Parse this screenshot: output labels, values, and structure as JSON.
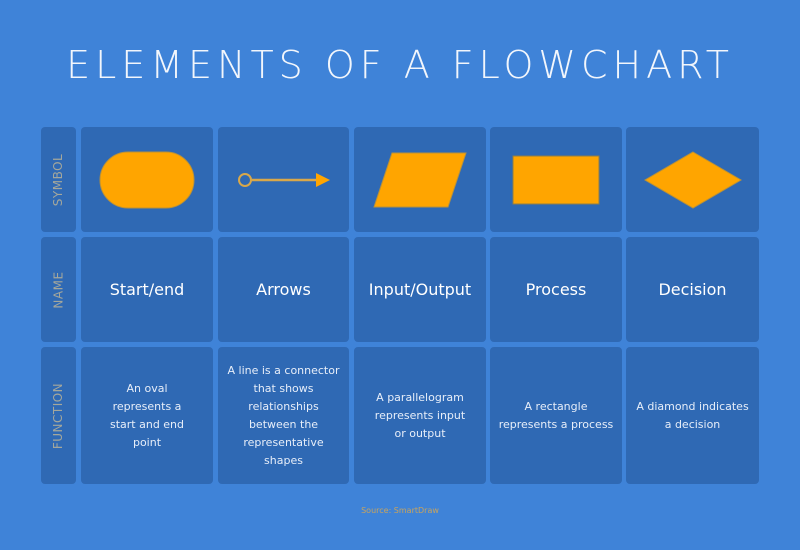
{
  "title": "ELEMENTS OF A FLOWCHART",
  "row_labels": {
    "symbol": "SYMBOL",
    "name": "NAME",
    "function": "FUNCTION"
  },
  "colors": {
    "background": "#3f83d8",
    "cell": "#2f69b4",
    "shape_fill": "#ffa500",
    "shape_outline": "#b8913a",
    "label": "#a4a79c"
  },
  "elements": [
    {
      "symbol_icon": "oval-icon",
      "name": "Start/end",
      "function": "An oval represents a start and end point"
    },
    {
      "symbol_icon": "arrow-connector-icon",
      "name": "Arrows",
      "function": "A line is a connector that shows relationships between the representative shapes"
    },
    {
      "symbol_icon": "parallelogram-icon",
      "name": "Input/Output",
      "function": "A parallelogram represents input or output"
    },
    {
      "symbol_icon": "rectangle-icon",
      "name": "Process",
      "function": "A rectangle represents a process"
    },
    {
      "symbol_icon": "diamond-icon",
      "name": "Decision",
      "function": "A diamond indicates a decision"
    }
  ],
  "source": "Source: SmartDraw"
}
